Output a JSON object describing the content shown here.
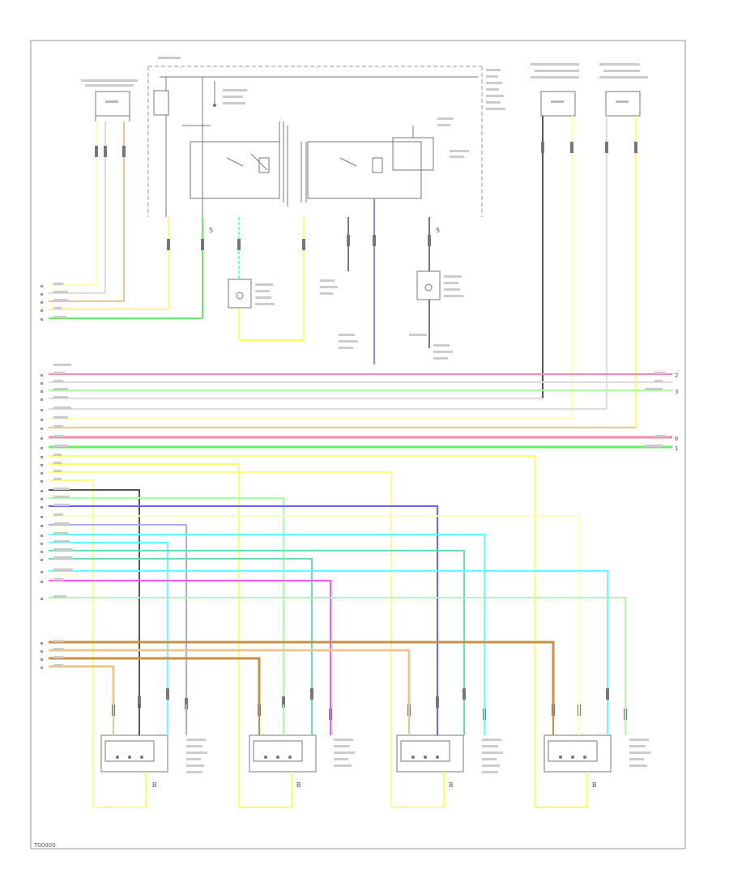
{
  "diagram": {
    "footer_code": "T00000",
    "pin_label_5": "5",
    "pin_label_2": "2",
    "pin_label_3": "3",
    "pin_label_6": "6",
    "pin_label_1": "1",
    "pin_label_b": "B"
  },
  "wire_colors": {
    "yellow": "#ffff66",
    "pink": "#ff88aa",
    "green": "#66ee66",
    "light_green": "#aaffaa",
    "cyan": "#66ffff",
    "blue": "#6666ff",
    "magenta": "#ff55ff",
    "tan": "#e8c890",
    "brown": "#c89040",
    "gray": "#555555",
    "light_gray": "#dddddd",
    "light_yellow": "#ffffbb"
  }
}
